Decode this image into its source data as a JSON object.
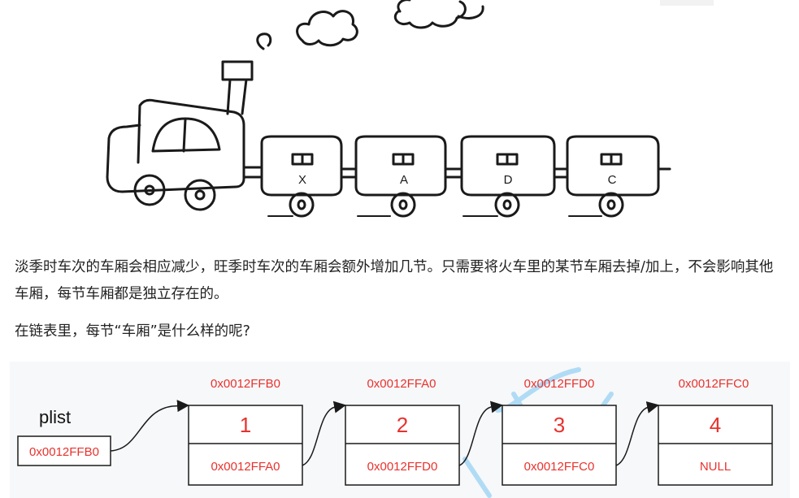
{
  "train": {
    "car_labels": [
      "X",
      "A",
      "D",
      "C"
    ]
  },
  "text": {
    "paragraph1": "淡季时车次的车厢会相应减少，旺季时车次的车厢会额外增加几节。只需要将火车里的某节车厢去掉/加上，不会影响其他车厢，每节车厢都是独立存在的。",
    "paragraph2": "在链表里，每节“车厢”是什么样的呢?"
  },
  "diagram": {
    "plist_label": "plist",
    "plist_value": "0x0012FFB0",
    "nodes": [
      {
        "address": "0x0012FFB0",
        "data": "1",
        "next": "0x0012FFA0"
      },
      {
        "address": "0x0012FFA0",
        "data": "2",
        "next": "0x0012FFD0"
      },
      {
        "address": "0x0012FFD0",
        "data": "3",
        "next": "0x0012FFC0"
      },
      {
        "address": "0x0012FFC0",
        "data": "4",
        "next": "NULL"
      }
    ],
    "colors": {
      "accent": "#e8322d",
      "panel_bg": "#f7f8fa",
      "watermark": "#5bb8f0"
    }
  }
}
